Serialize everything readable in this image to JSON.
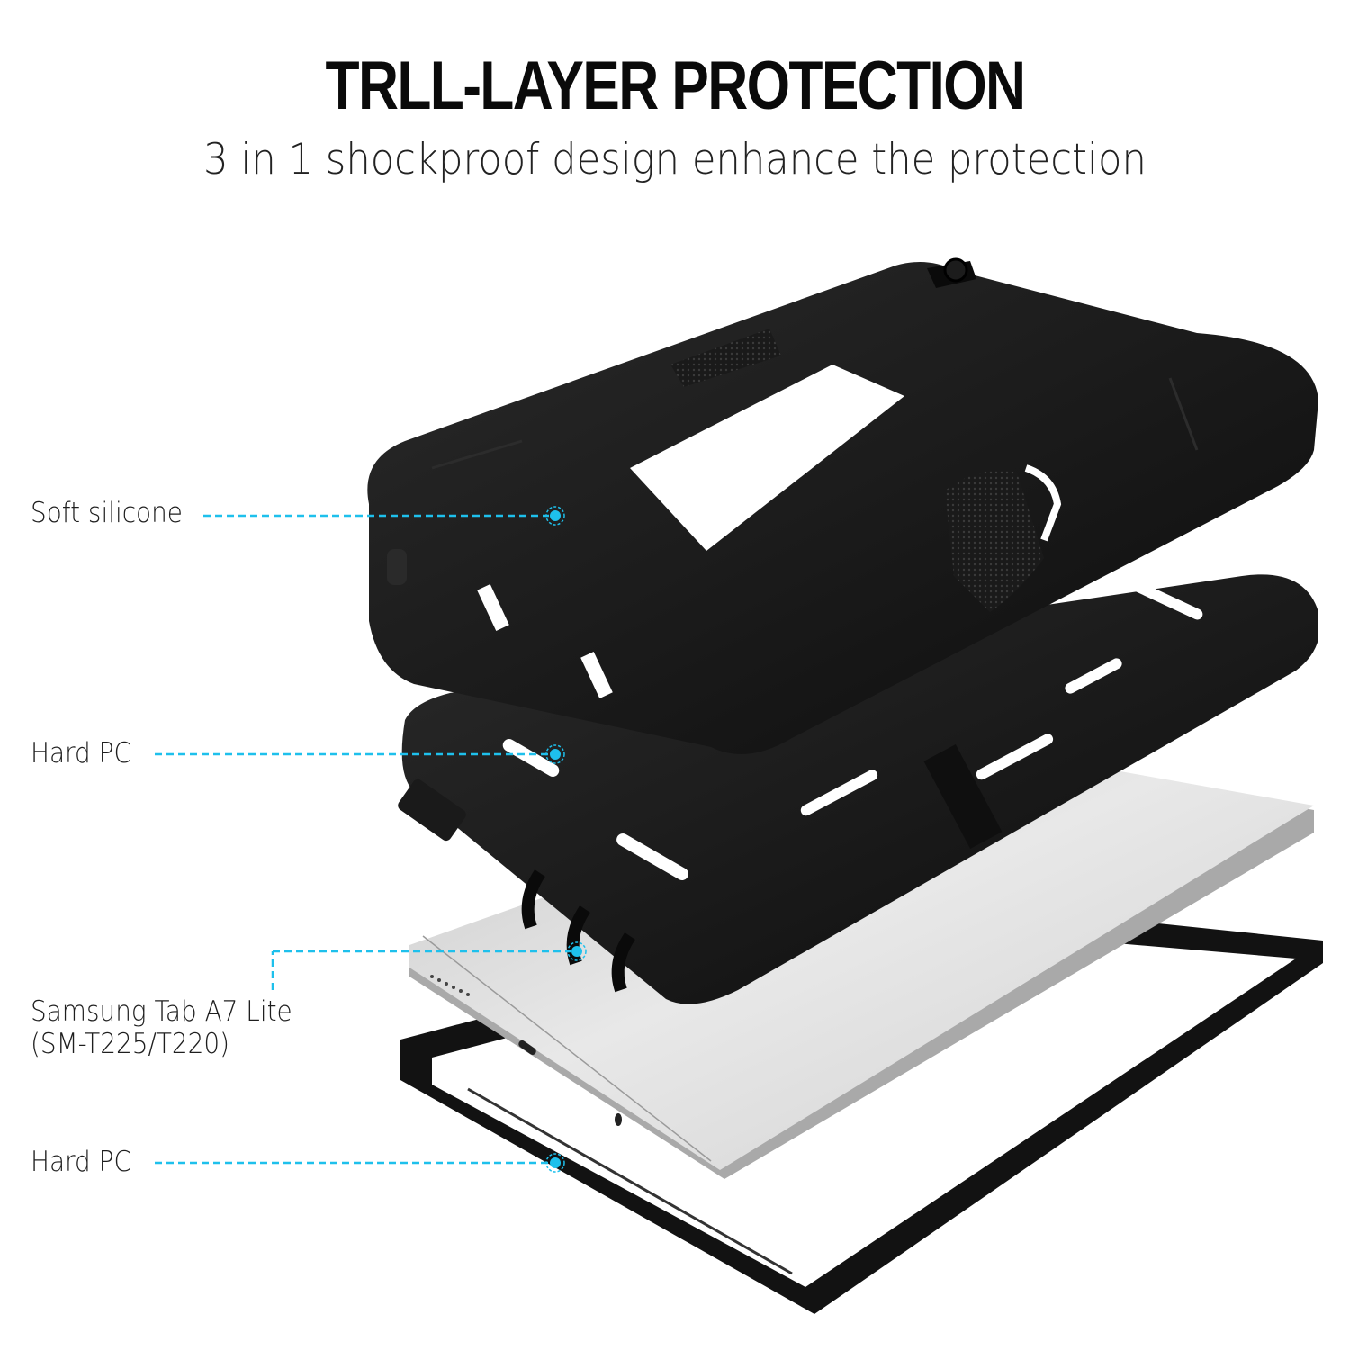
{
  "header": {
    "title": "TRLL-LAYER PROTECTION",
    "subtitle": "3 in 1 shockproof design enhance the protection"
  },
  "callouts": [
    {
      "label": "Soft silicone",
      "layer": "outer-silicone-shell"
    },
    {
      "label": "Hard PC",
      "layer": "back-hard-pc-shell"
    },
    {
      "label_line1": "Samsung Tab A7 Lite",
      "label_line2": "(SM-T225/T220)",
      "layer": "tablet"
    },
    {
      "label": "Hard PC",
      "layer": "front-hard-pc-frame"
    }
  ],
  "colors": {
    "accent": "#1ec0ec",
    "case_black": "#141414",
    "tablet_silver": "#d8d8d8",
    "background": "#ffffff",
    "text": "#1e1e1e"
  }
}
